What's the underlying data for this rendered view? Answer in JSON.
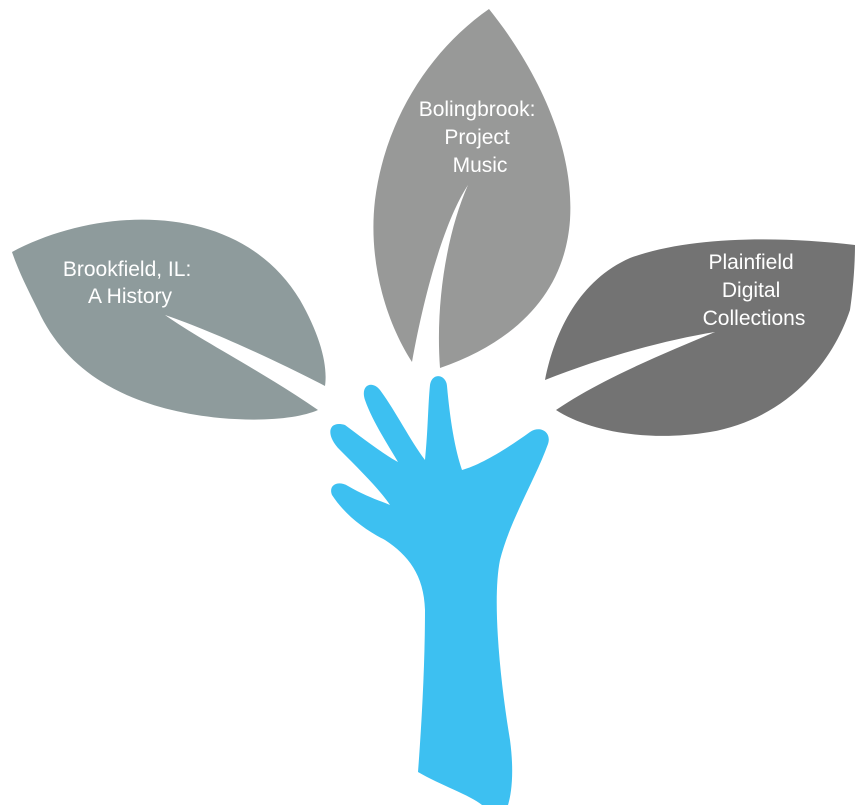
{
  "leaves": {
    "brookfield": {
      "line1": "Brookfield, IL:",
      "line2": "A History",
      "color": "#8e9b9c"
    },
    "bolingbrook": {
      "line1": "Bolingbrook:",
      "line2": "Project",
      "line3": "Music",
      "color": "#989998"
    },
    "plainfield": {
      "line1": "Plainfield",
      "line2": "Digital",
      "line3": "Collections",
      "color": "#737373"
    }
  },
  "hand": {
    "color": "#3dc0f1"
  }
}
